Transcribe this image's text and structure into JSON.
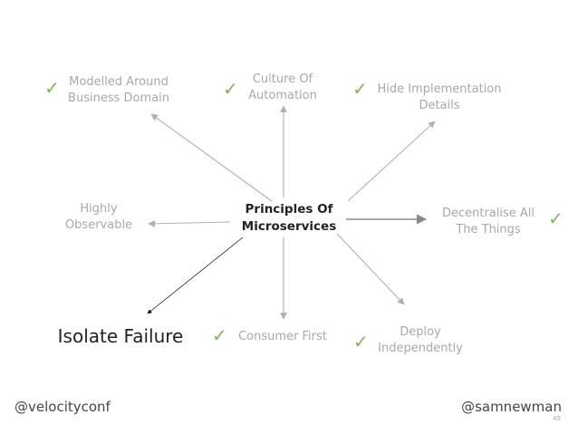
{
  "diagram": {
    "center": "Principles Of\nMicroservices",
    "nodes": [
      {
        "id": "domain",
        "label": "Modelled Around\nBusiness Domain",
        "checked": true
      },
      {
        "id": "automation",
        "label": "Culture Of\nAutomation",
        "checked": true
      },
      {
        "id": "hide",
        "label": "Hide Implementation\nDetails",
        "checked": true
      },
      {
        "id": "decentralise",
        "label": "Decentralise All\nThe Things",
        "checked": true
      },
      {
        "id": "deploy",
        "label": "Deploy\nIndependently",
        "checked": true
      },
      {
        "id": "consumer",
        "label": "Consumer First",
        "checked": true
      },
      {
        "id": "isolate",
        "label": "Isolate Failure",
        "checked": false
      },
      {
        "id": "observable",
        "label": "Highly\nObservable",
        "checked": false
      }
    ],
    "check_glyph": "✓",
    "colors": {
      "check": "#86b35e",
      "muted_text": "#a8a8a8",
      "focus_text": "#222222",
      "arrow": "#b0b0b0",
      "focus_arrow": "#000000",
      "strong_arrow": "#888888"
    }
  },
  "footer": {
    "left_handle": "@velocityconf",
    "right_handle": "@samnewman",
    "page_number": "49"
  }
}
